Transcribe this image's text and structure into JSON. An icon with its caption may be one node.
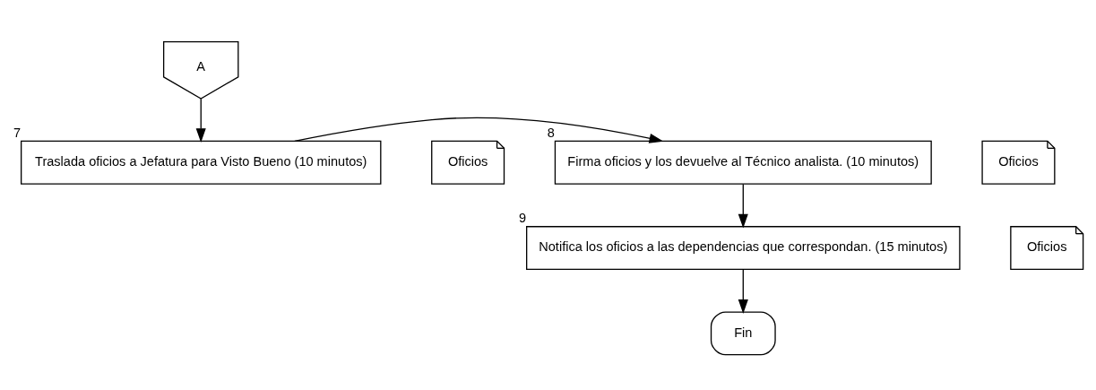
{
  "diagram": {
    "nodes": [
      {
        "text": [
          "A"
        ]
      },
      {
        "text": [
          "Traslada oficios a Jefatura para Visto Bueno (10 minutos)"
        ],
        "beside": [
          "7"
        ]
      },
      {
        "text": [
          "Oficios"
        ]
      },
      {
        "text": [
          "Firma oficios y los devuelve al Técnico analista. (10 minutos)"
        ],
        "beside": [
          "8"
        ]
      },
      {
        "text": [
          "Oficios"
        ]
      },
      {
        "text": [
          "Notifica los oficios a las dependencias que correspondan. (15 minutos)"
        ],
        "beside": [
          "9"
        ]
      },
      {
        "text": [
          "Oficios"
        ]
      },
      {
        "text": [
          "Fin"
        ]
      }
    ],
    "edges": [
      {
        "from": 0,
        "to": 1,
        "arrow": "to"
      },
      {
        "from": 1,
        "to": 3,
        "arrow": "to"
      },
      {
        "from": 3,
        "to": 5,
        "arrow": "to"
      },
      {
        "from": 5,
        "to": 7,
        "arrow": "to"
      }
    ]
  }
}
